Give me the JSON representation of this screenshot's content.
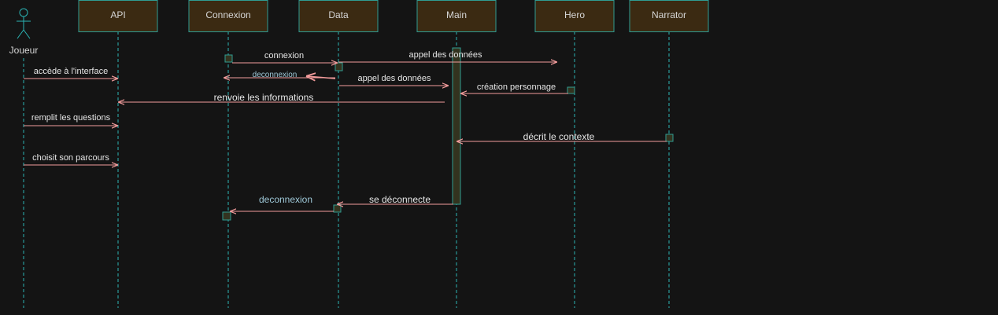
{
  "diagram": {
    "type": "sequence",
    "colors": {
      "background": "#141414",
      "participant_fill": "#3b2a12",
      "participant_stroke": "#2f9c92",
      "participant_text": "#d6d6d6",
      "lifeline": "#2bb3b3",
      "arrow": "#f29b9b",
      "label": "#e6e6e6",
      "label_alt": "#9ec8d8",
      "activation_fill": "#33331f",
      "activation_stroke": "#2f9c92"
    },
    "actor": {
      "name": "Joueur"
    },
    "participants": [
      {
        "id": "api",
        "name": "API"
      },
      {
        "id": "connexion",
        "name": "Connexion"
      },
      {
        "id": "data",
        "name": "Data"
      },
      {
        "id": "main",
        "name": "Main"
      },
      {
        "id": "hero",
        "name": "Hero"
      },
      {
        "id": "narrator",
        "name": "Narrator"
      }
    ],
    "messages": [
      {
        "id": "m1",
        "from": "connexion",
        "to": "data",
        "label": "connexion"
      },
      {
        "id": "m2",
        "from": "data",
        "to": "hero",
        "label": "appel des données"
      },
      {
        "id": "m3",
        "from": "joueur",
        "to": "api",
        "label": "accède à l'interface"
      },
      {
        "id": "m4",
        "from": "data",
        "to": "connexion",
        "label": "deconnexion"
      },
      {
        "id": "m5",
        "from": "data",
        "to": "main",
        "label": "appel des données"
      },
      {
        "id": "m6",
        "from": "hero",
        "to": "main",
        "label": "création personnage"
      },
      {
        "id": "m7",
        "from": "main",
        "to": "api",
        "label": "renvoie les informations"
      },
      {
        "id": "m8",
        "from": "joueur",
        "to": "api",
        "label": "remplit les questions"
      },
      {
        "id": "m9",
        "from": "narrator",
        "to": "main",
        "label": "décrit le contexte"
      },
      {
        "id": "m10",
        "from": "joueur",
        "to": "api",
        "label": "choisit son parcours"
      },
      {
        "id": "m11",
        "from": "main",
        "to": "data",
        "label": "se déconnecte"
      },
      {
        "id": "m12",
        "from": "data",
        "to": "connexion",
        "label": "deconnexion"
      }
    ]
  }
}
